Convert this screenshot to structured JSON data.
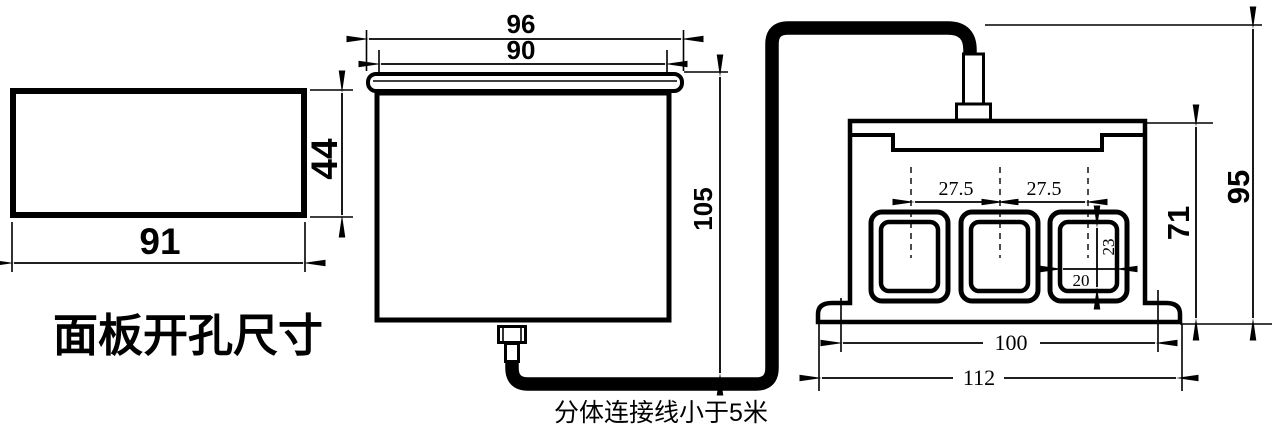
{
  "title": "面板开孔尺寸",
  "colors": {
    "line": "#000000",
    "dimension_red": "#ff0000",
    "background": "#ffffff"
  },
  "panel_cutout": {
    "label": "面板开孔尺寸",
    "width": "91",
    "height": "44"
  },
  "display_unit": {
    "bezel_width": "96",
    "body_width": "90",
    "depth": "105"
  },
  "sensor_unit": {
    "hole_pitch_left": "27.5",
    "hole_pitch_right": "27.5",
    "hole_height": "23",
    "hole_width": "20",
    "mounting_span": "100",
    "overall_width": "112",
    "body_height": "71",
    "overall_height": "95"
  },
  "cable": {
    "note": "分体连接线小于5米"
  }
}
